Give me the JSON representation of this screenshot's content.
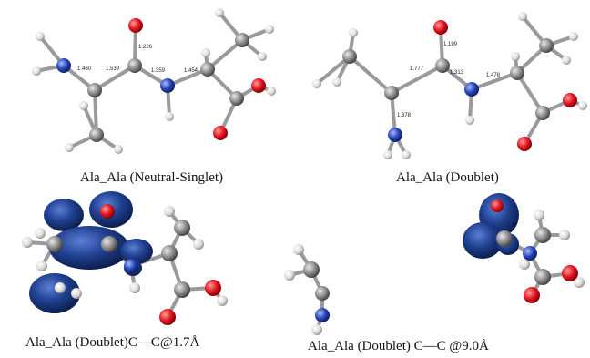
{
  "figure": {
    "panels": [
      {
        "id": "neutral-singlet",
        "caption": "Ala_Ala (Neutral-Singlet)",
        "bond_lengths": [
          "1.226",
          "1.460",
          "1.539",
          "1.359",
          "1.454"
        ]
      },
      {
        "id": "doublet",
        "caption": "Ala_Ala (Doublet)",
        "bond_lengths": [
          "1.199",
          "1.777",
          "1.313",
          "1.478",
          "1.378"
        ]
      },
      {
        "id": "doublet-1-7",
        "caption": "Ala_Ala (Doublet)C—C@1.7Å"
      },
      {
        "id": "doublet-9-0",
        "caption": "Ala_Ala (Doublet) C—C @9.0Å"
      }
    ],
    "colors": {
      "carbon": "#8c8c8c",
      "hydrogen": "#e6e6e6",
      "oxygen": "#e0141e",
      "nitrogen": "#2446b8",
      "orbital": "#1f3f8f"
    }
  }
}
